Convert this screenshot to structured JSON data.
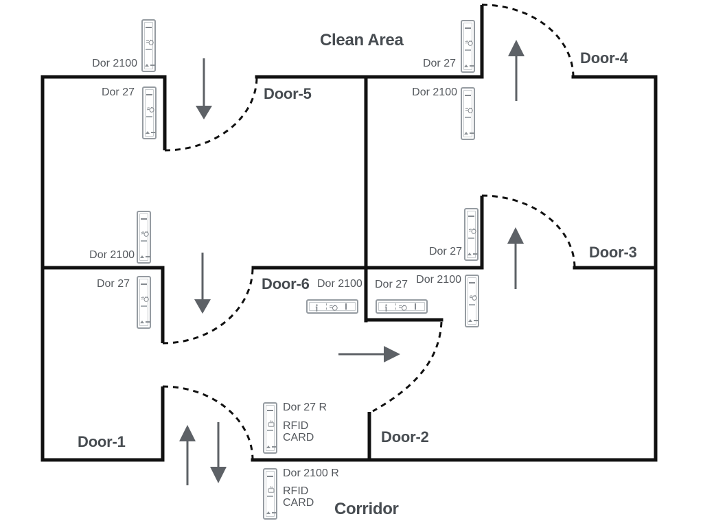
{
  "areas": {
    "clean": "Clean Area",
    "corridor": "Corridor"
  },
  "doors": [
    "Door-1",
    "Door-2",
    "Door-3",
    "Door-4",
    "Door-5",
    "Door-6"
  ],
  "readers": [
    {
      "label": "Dor 2100",
      "mount": "vertical"
    },
    {
      "label": "Dor 27",
      "mount": "vertical"
    },
    {
      "label": "Dor 2100",
      "mount": "vertical"
    },
    {
      "label": "Dor 27",
      "mount": "vertical"
    },
    {
      "label": "Dor 27",
      "mount": "vertical"
    },
    {
      "label": "Dor 2100",
      "mount": "vertical"
    },
    {
      "label": "Dor 27",
      "mount": "vertical"
    },
    {
      "label": "Dor 2100",
      "mount": "vertical"
    },
    {
      "label": "Dor 2100",
      "mount": "horizontal"
    },
    {
      "label": "Dor 27",
      "mount": "horizontal"
    },
    {
      "label": "Dor 27 R",
      "sub1": "RFID",
      "sub2": "CARD",
      "mount": "vertical"
    },
    {
      "label": "Dor 2100 R",
      "sub1": "RFID",
      "sub2": "CARD",
      "mount": "vertical"
    }
  ],
  "arrows": [
    {
      "at": "Door-5",
      "direction": "down"
    },
    {
      "at": "Door-4",
      "direction": "up"
    },
    {
      "at": "Door-6",
      "direction": "down"
    },
    {
      "at": "Door-3",
      "direction": "up"
    },
    {
      "at": "Door-2",
      "direction": "right"
    },
    {
      "at": "Door-1",
      "direction": "up"
    },
    {
      "at": "Door-1",
      "direction": "down"
    }
  ],
  "icons": {
    "hand": "hand-wave-icon",
    "card": "rfid-card-icon",
    "info": "info-icon"
  },
  "colors": {
    "wall": "#111111",
    "swing_arc": "#111111",
    "arrow": "#5d6166",
    "door_label": "#474c51",
    "reader_label": "#55595e",
    "device_border": "#959ba1"
  }
}
